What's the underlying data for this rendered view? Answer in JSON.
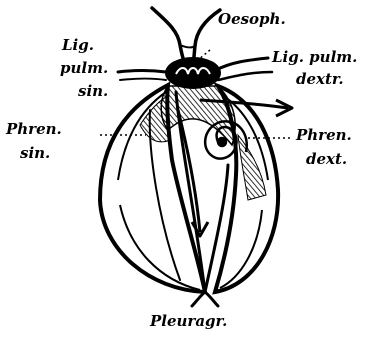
{
  "labels": {
    "oesoph": "Oesoph.",
    "lig_pulm_sin_1": "Lig.",
    "lig_pulm_sin_2": "pulm.",
    "lig_pulm_sin_3": "sin.",
    "lig_pulm_dextr_1": "Lig. pulm.",
    "lig_pulm_dextr_2": "dextr.",
    "phren_sin_1": "Phren.",
    "phren_sin_2": "sin.",
    "phren_dext_1": "Phren.",
    "phren_dext_2": "dext.",
    "pleuragr": "Pleuragr."
  },
  "colors": {
    "ink": "#000000",
    "paper": "#ffffff"
  }
}
